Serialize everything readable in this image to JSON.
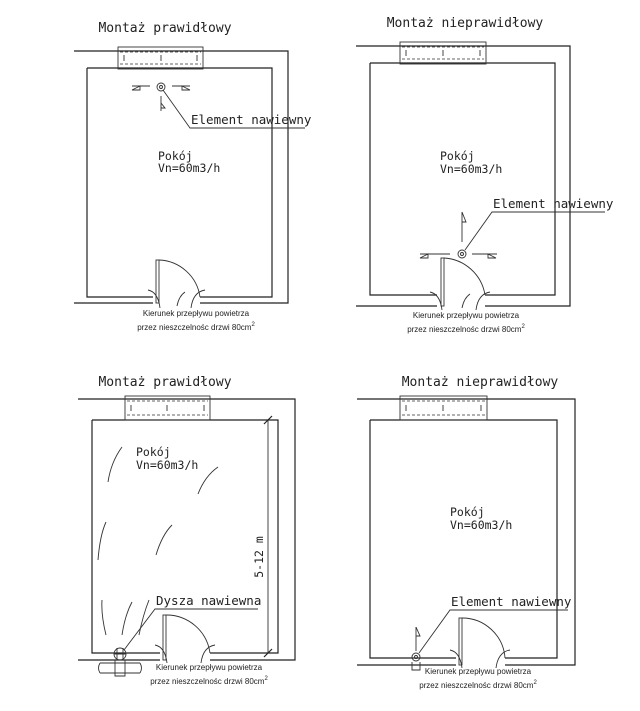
{
  "panels": [
    {
      "title": "Montaż prawidłowy",
      "room_name": "Pokój",
      "room_flow": "Vn=60m3/h",
      "label": "Element nawiewny",
      "caption_line1": "Kierunek przepływu powietrza",
      "caption_line2": "przez nieszczelnośc drzwi 80cm",
      "caption_sup": "2"
    },
    {
      "title": "Montaż nieprawidłowy",
      "room_name": "Pokój",
      "room_flow": "Vn=60m3/h",
      "label": "Element nawiewny",
      "caption_line1": "Kierunek przepływu powietrza",
      "caption_line2": "przez nieszczelnośc drzwi 80cm",
      "caption_sup": "2"
    },
    {
      "title": "Montaż prawidłowy",
      "room_name": "Pokój",
      "room_flow": "Vn=60m3/h",
      "label": "Dysza nawiewna",
      "dimension": "5-12 m",
      "caption_line1": "Kierunek przepływu powietrza",
      "caption_line2": "przez nieszczelnośc drzwi 80cm",
      "caption_sup": "2"
    },
    {
      "title": "Montaż nieprawidłowy",
      "room_name": "Pokój",
      "room_flow": "Vn=60m3/h",
      "label": "Element nawiewny",
      "caption_line1": "Kierunek przepływu powietrza",
      "caption_line2": "przez nieszczelnośc drzwi 80cm",
      "caption_sup": "2"
    }
  ]
}
